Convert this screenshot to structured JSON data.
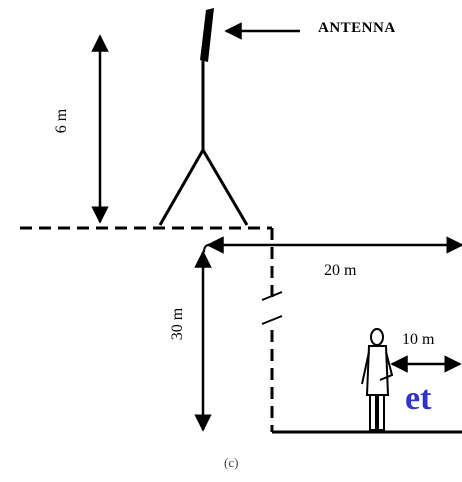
{
  "labels": {
    "antenna": "ANTENNA",
    "antenna_height": "6 m",
    "building_height": "30 m",
    "horizontal_distance": "20 m",
    "person_distance": "10 m",
    "caption": "(c)",
    "cut_off_text": "et"
  },
  "colors": {
    "lines": "#000000",
    "cut_off_text": "#3333cc"
  }
}
